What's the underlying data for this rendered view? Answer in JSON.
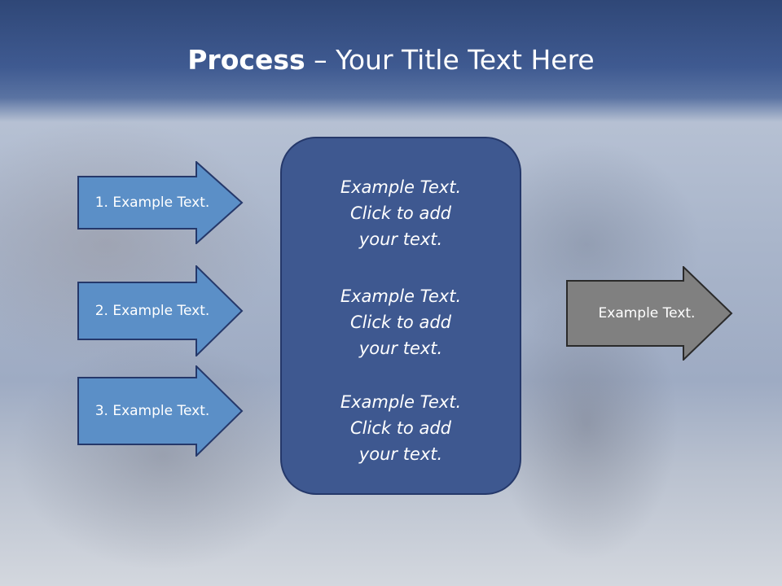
{
  "slide": {
    "title_strong": "Process",
    "title_rest": " – Your Title Text Here"
  },
  "left_arrows": [
    {
      "label": "1. Example Text."
    },
    {
      "label": "2. Example Text."
    },
    {
      "label": "3. Example Text."
    }
  ],
  "center_box": {
    "blocks": [
      {
        "line1": "Example Text.",
        "line2": "Click  to add",
        "line3": "your text."
      },
      {
        "line1": "Example Text.",
        "line2": "Click  to add",
        "line3": "your text."
      },
      {
        "line1": "Example Text.",
        "line2": "Click  to add",
        "line3": "your text."
      }
    ]
  },
  "right_arrow": {
    "label": "Example Text."
  },
  "colors": {
    "header": "#3f5a91",
    "arrow_blue": "#5b8fc7",
    "box_blue": "#3e5890",
    "arrow_gray": "#808080"
  }
}
